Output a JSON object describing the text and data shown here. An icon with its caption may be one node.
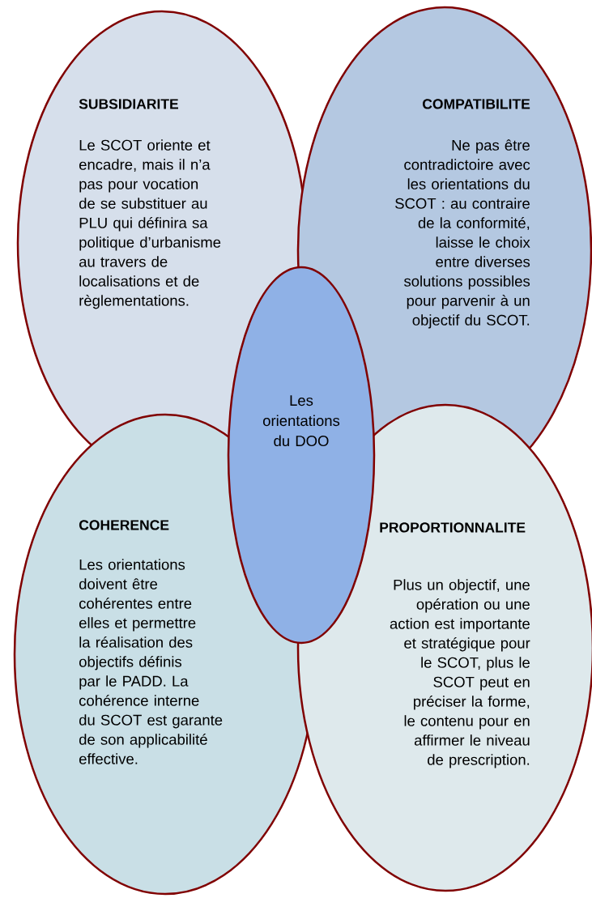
{
  "diagram": {
    "nodes": [
      {
        "text": [
          "SUBSIDIARITE",
          "Le SCOT oriente et encadre, mais il n’a pas pour vocation de se substituer au PLU qui définira sa politique d’urbanisme au travers de localisations et de règlementations."
        ]
      },
      {
        "text": [
          "COMPATIBILITE",
          "Ne pas être contradictoire avec les orientations du SCOT : au contraire de la conformité, laisse le choix entre diverses solutions possibles pour parvenir à un objectif du SCOT."
        ]
      },
      {
        "text": [
          "COHERENCE",
          "Les orientations doivent être cohérentes entre elles et permettre la réalisation des objectifs définis par le PADD. La cohérence interne du SCOT est garante de son applicabilité effective."
        ]
      },
      {
        "text": [
          "PROPORTIONNALITE",
          "Plus un objectif, une opération ou une action est importante et stratégique pour le SCOT, plus le SCOT peut en préciser la forme, le contenu pour en affirmer le niveau de prescription."
        ]
      },
      {
        "text": [
          "Les orientations du DOO"
        ]
      }
    ]
  }
}
